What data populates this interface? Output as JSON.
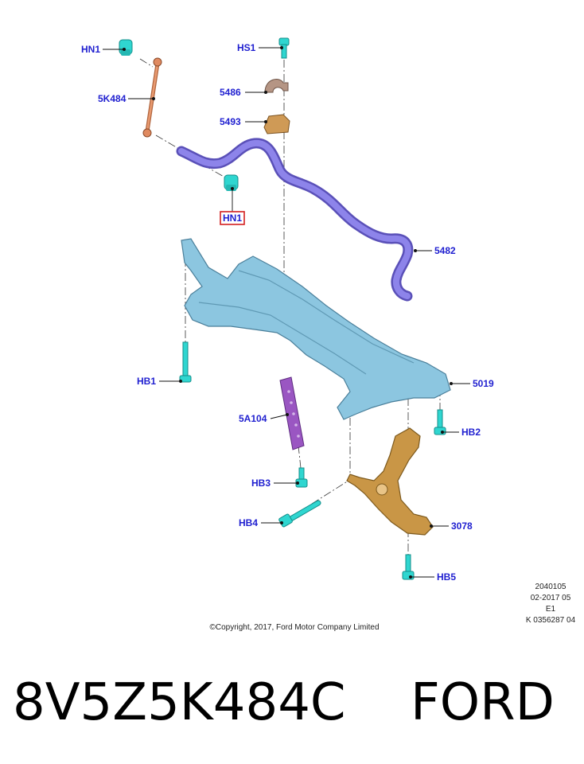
{
  "callouts": {
    "hn1_top": "HN1",
    "k484": "5K484",
    "hs1": "HS1",
    "p5486": "5486",
    "p5493": "5493",
    "hn1_boxed": "HN1",
    "p5482": "5482",
    "p5019": "5019",
    "hb1": "HB1",
    "a104": "5A104",
    "hb2": "HB2",
    "hb3": "HB3",
    "hb4": "HB4",
    "p3078": "3078",
    "hb5": "HB5"
  },
  "meta": {
    "line1": "2040105",
    "line2": "02-2017 05",
    "line3": "E1",
    "line4": "K 0356287 04"
  },
  "copyright": "©Copyright, 2017, Ford Motor Company Limited",
  "caption": "8V5Z5K484C    FORD",
  "colors": {
    "callout_text": "#1f1fd0",
    "highlight_box": "#d42020",
    "fastener": "#2fd6d0",
    "stabilizer_bar": "#7c72de",
    "subframe": "#8cc6e0",
    "lower_arm": "#c99646",
    "bracket": "#cf9a56",
    "bushing": "#b59584",
    "reinforcement": "#9a56c2"
  }
}
